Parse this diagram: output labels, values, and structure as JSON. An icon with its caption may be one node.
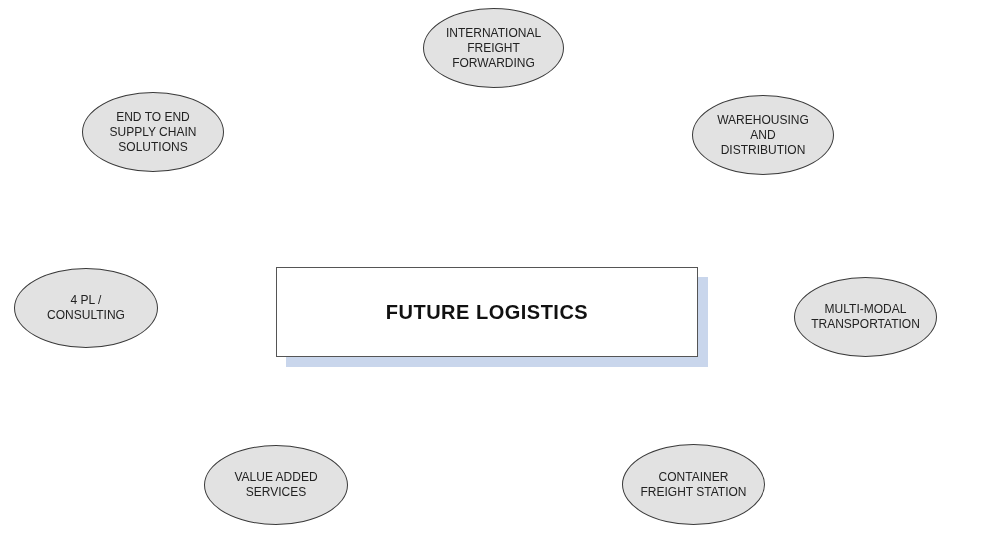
{
  "diagram": {
    "nodes": [
      {
        "text": [
          "INTERNATIONAL FREIGHT FORWARDING"
        ]
      },
      {
        "text": [
          "END TO END SUPPLY CHAIN SOLUTIONS"
        ]
      },
      {
        "text": [
          "WAREHOUSING AND DISTRIBUTION"
        ]
      },
      {
        "text": [
          "4 PL / CONSULTING"
        ]
      },
      {
        "text": [
          "FUTURE LOGISTICS"
        ]
      },
      {
        "text": [
          "MULTI-MODAL TRANSPORTATION"
        ]
      },
      {
        "text": [
          "VALUE ADDED SERVICES"
        ]
      },
      {
        "text": [
          "CONTAINER FREIGHT STATION"
        ]
      }
    ]
  }
}
